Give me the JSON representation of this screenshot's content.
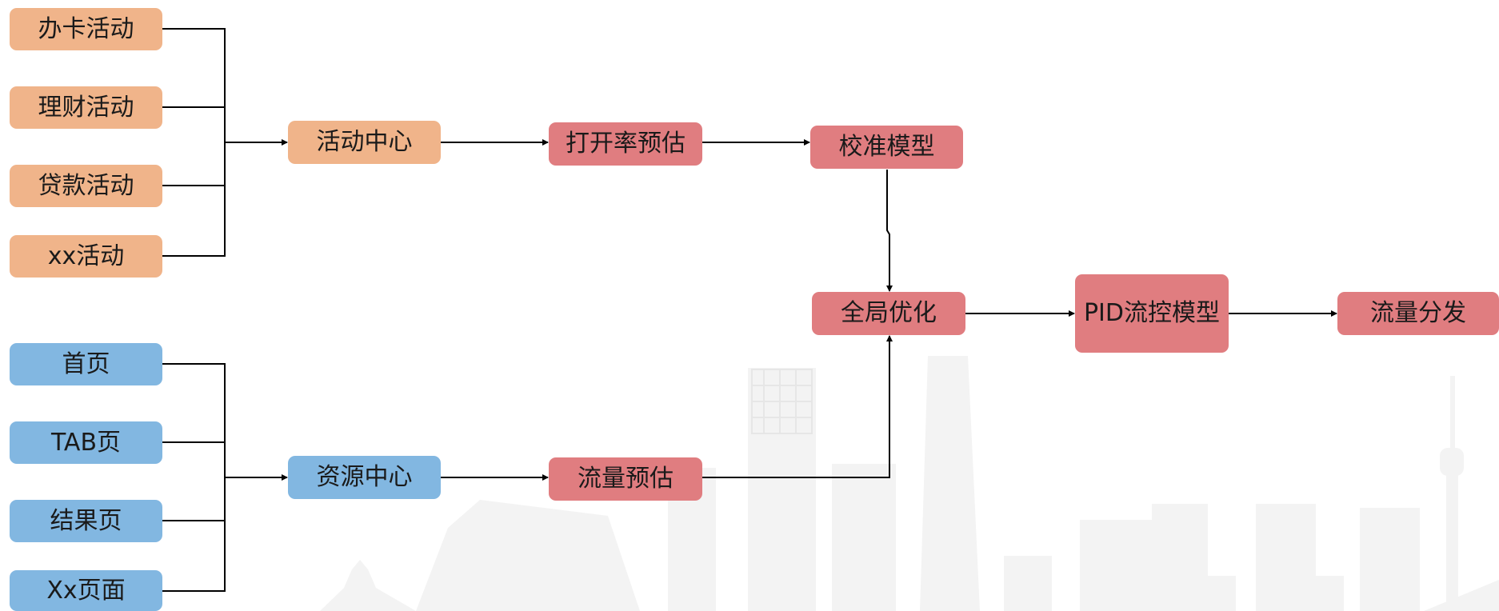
{
  "colors": {
    "orange": "#f0b48a",
    "blue": "#82b7e1",
    "red": "#e07d80",
    "line": "#000000",
    "skyline": "#f3f3f3"
  },
  "nodes": {
    "card_activity": "办卡活动",
    "finance_activity": "理财活动",
    "loan_activity": "贷款活动",
    "xx_activity": "xx活动",
    "activity_center": "活动中心",
    "open_rate_estimate": "打开率预估",
    "calibration_model": "校准模型",
    "global_optimization": "全局优化",
    "pid_flow_control_model": "PID流控模型",
    "traffic_distribution": "流量分发",
    "home_page": "首页",
    "tab_page": "TAB页",
    "result_page": "结果页",
    "xx_page": "Xx页面",
    "resource_center": "资源中心",
    "traffic_estimate": "流量预估"
  }
}
